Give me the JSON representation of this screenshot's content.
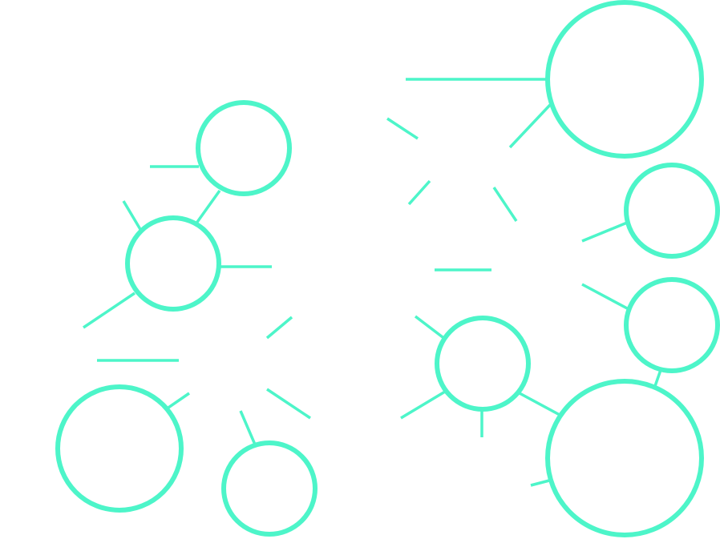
{
  "diagram": {
    "type": "node-link fragments",
    "colors": {
      "stroke": "#4df5c9",
      "background": "#ffffff"
    },
    "nodes": [
      {
        "id": "node-top-right-large"
      },
      {
        "id": "node-top-left"
      },
      {
        "id": "node-left-middle"
      },
      {
        "id": "node-right-upper"
      },
      {
        "id": "node-right-lower"
      },
      {
        "id": "node-center-right"
      },
      {
        "id": "node-bottom-right-large"
      },
      {
        "id": "node-bottom-left-large"
      },
      {
        "id": "node-bottom-center"
      }
    ],
    "edge_count": 23
  }
}
